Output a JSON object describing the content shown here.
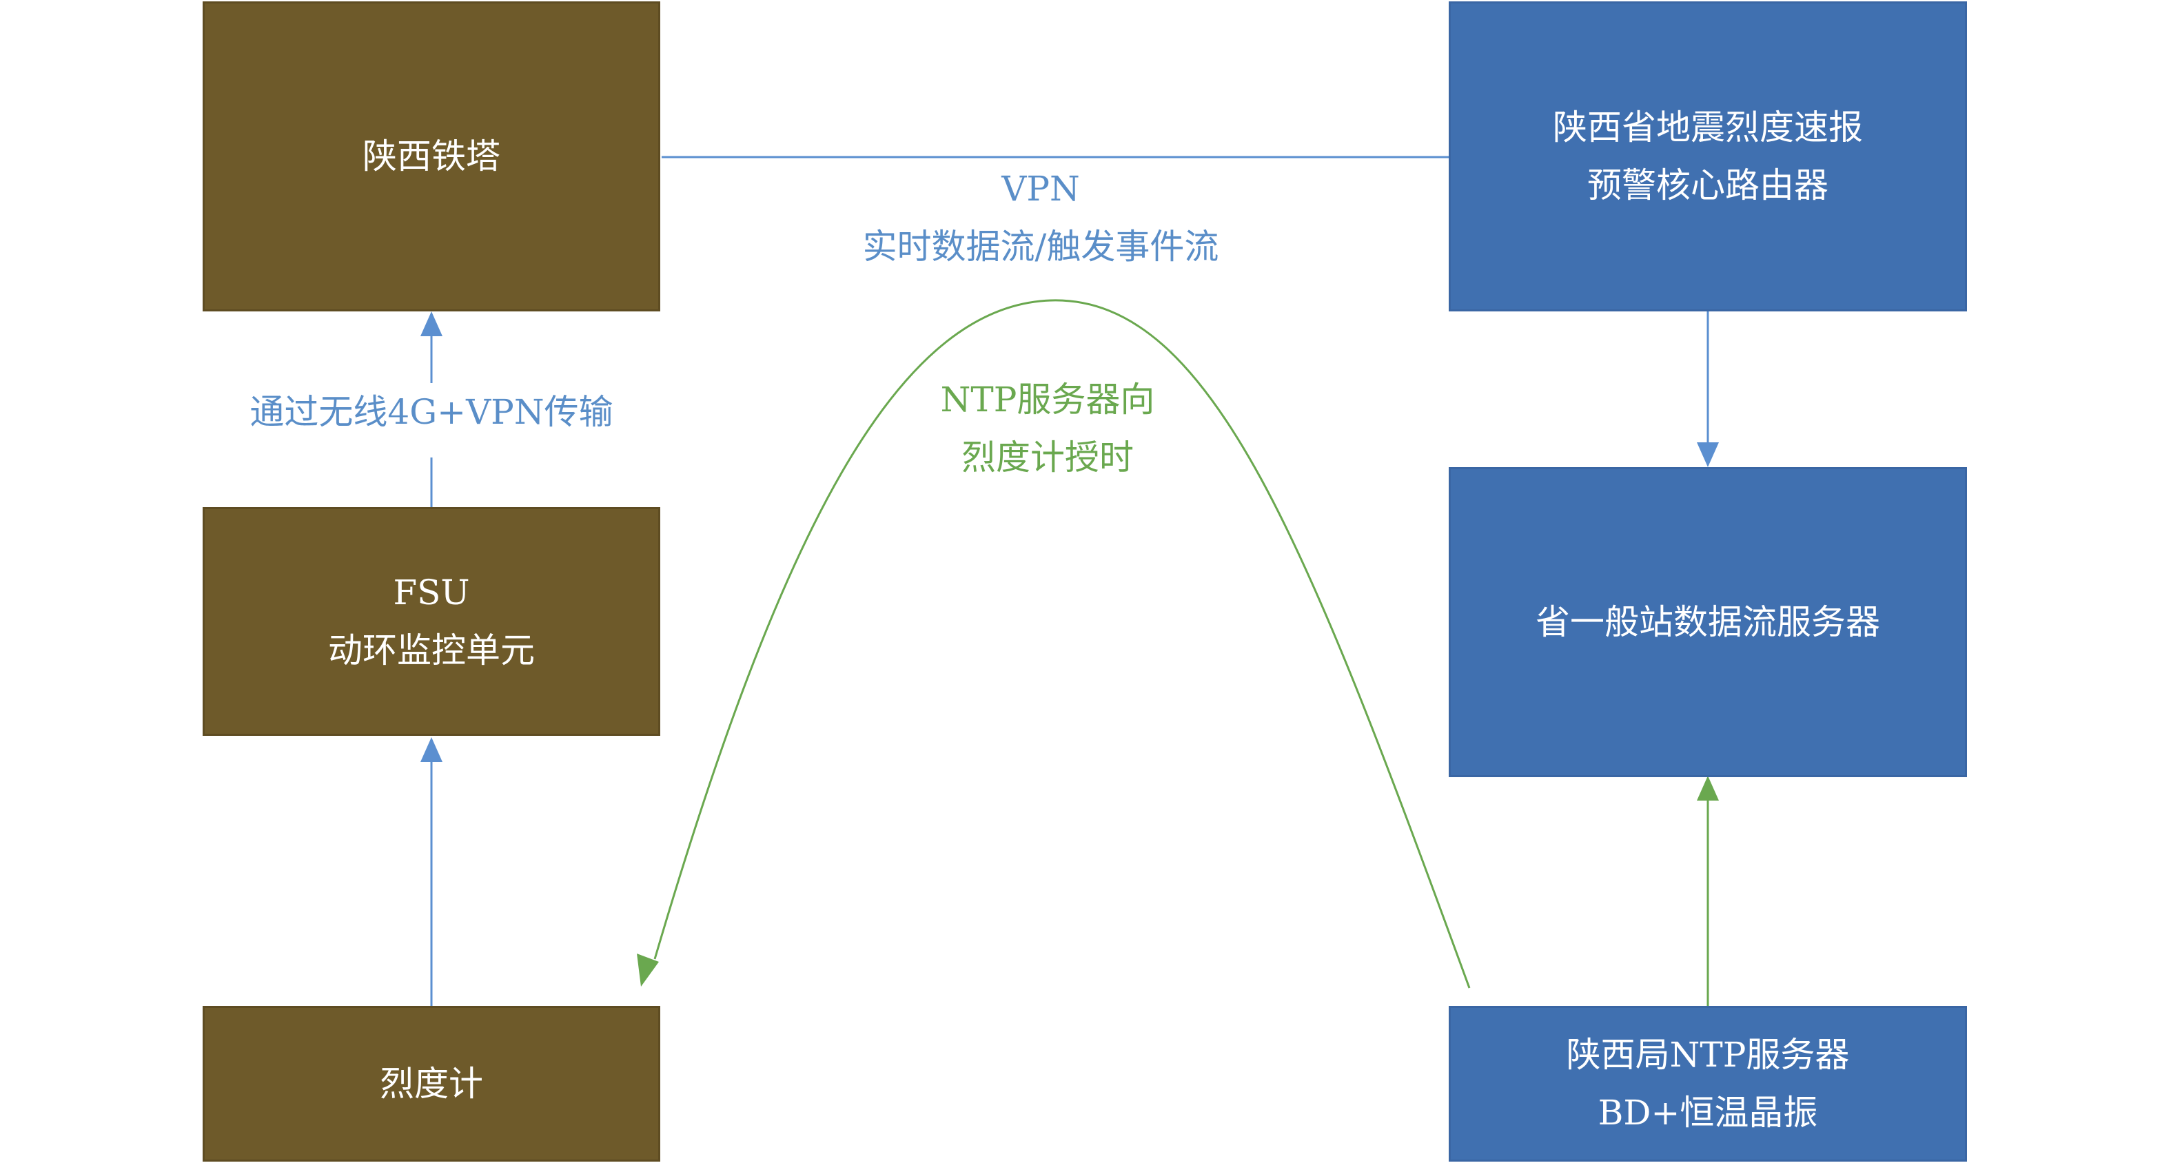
{
  "nodes": {
    "shaanxi_tower": {
      "lines": [
        "陕西铁塔"
      ]
    },
    "fsu": {
      "lines": [
        "FSU",
        "动环监控单元"
      ]
    },
    "intensity_meter": {
      "lines": [
        "烈度计"
      ]
    },
    "core_router": {
      "lines": [
        "陕西省地震烈度速报",
        "预警核心路由器"
      ]
    },
    "data_server": {
      "lines": [
        "省一般站数据流服务器"
      ]
    },
    "ntp_server": {
      "lines": [
        "陕西局NTP服务器",
        "BD+恒温晶振"
      ]
    }
  },
  "edge_labels": {
    "vpn": {
      "lines": [
        "VPN",
        "实时数据流/触发事件流"
      ]
    },
    "wireless": {
      "lines": [
        "通过无线4G+VPN传输"
      ]
    },
    "ntp_timing": {
      "lines": [
        "NTP服务器向",
        "烈度计授时"
      ]
    }
  },
  "colors": {
    "brown_box": "#6e5a2a",
    "blue_box": "#4070b0",
    "blue_arrow": "#5b8fd0",
    "green_arrow": "#6aa84f"
  }
}
